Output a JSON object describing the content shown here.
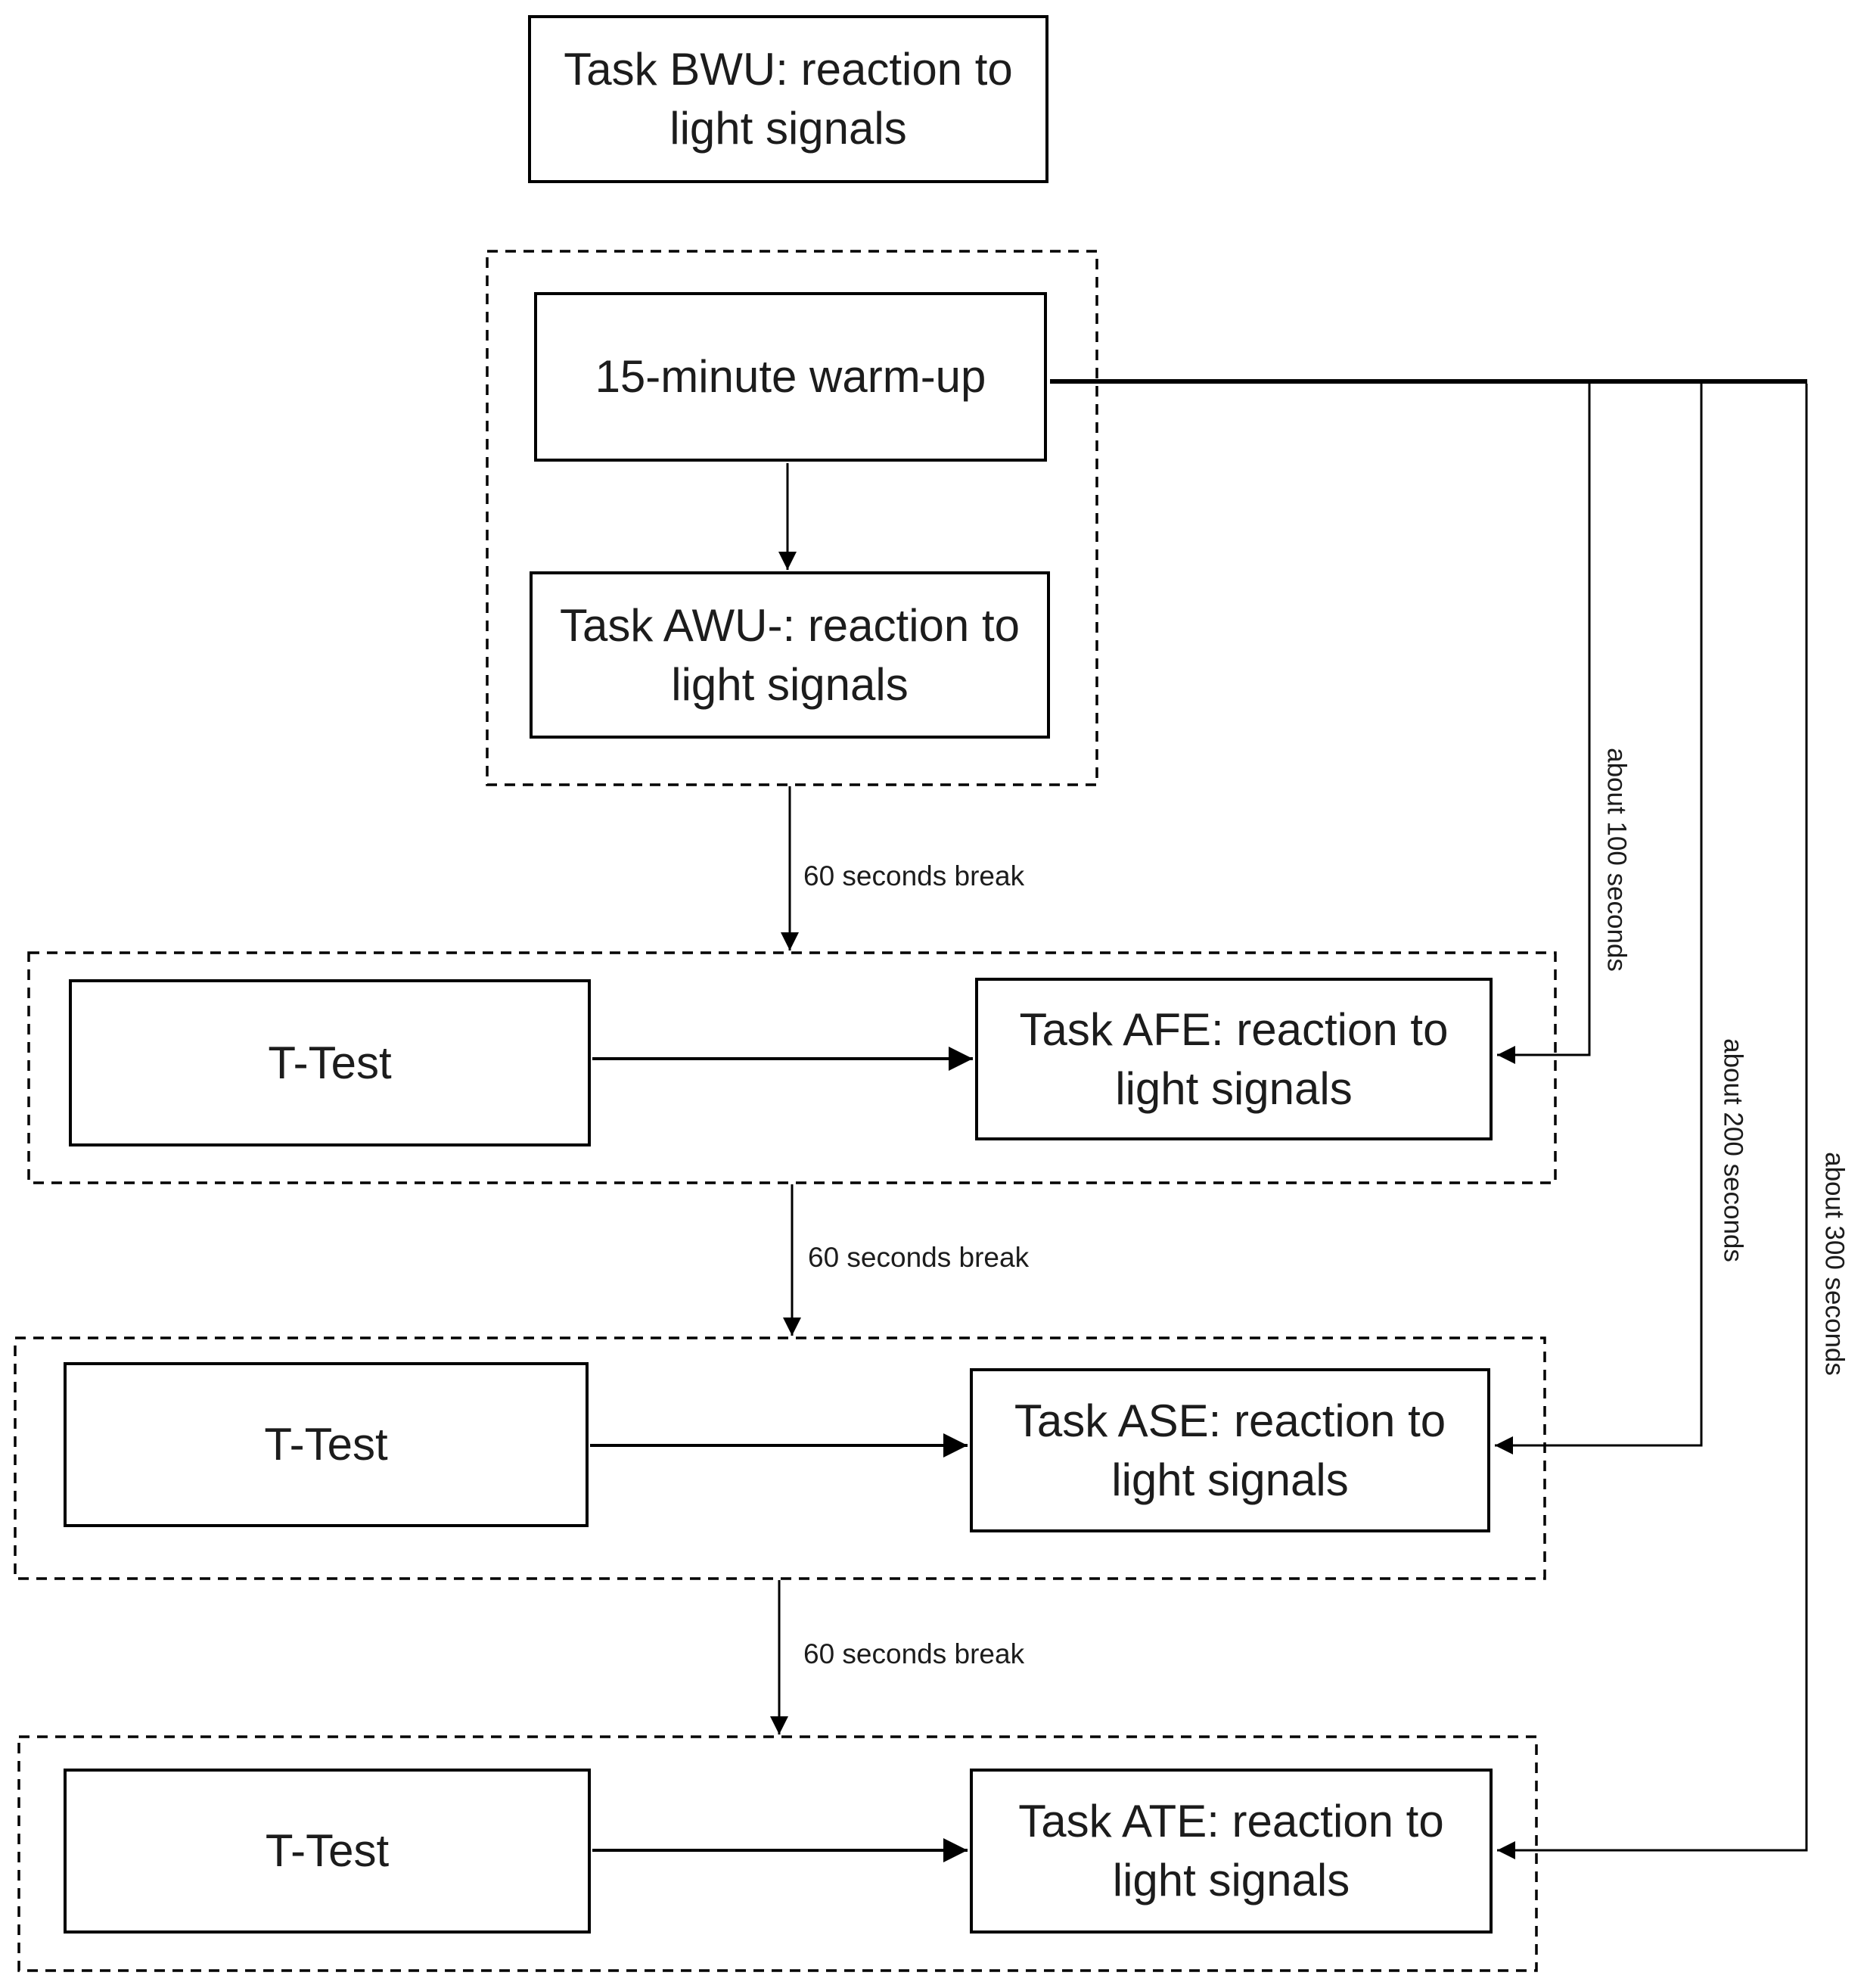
{
  "diagram": {
    "background_color": "#ffffff",
    "line_color": "#000000",
    "text_color": "#1c1c1c"
  },
  "nodes": {
    "bwu": {
      "line1": "Task BWU: reaction to",
      "line2": "light signals"
    },
    "warmup": {
      "line1": "15-minute warm-up"
    },
    "awu": {
      "line1": "Task AWU-: reaction to",
      "line2": "light signals"
    },
    "ttest1": {
      "line1": "T-Test"
    },
    "afe": {
      "line1": "Task AFE: reaction to",
      "line2": "light signals"
    },
    "ttest2": {
      "line1": "T-Test"
    },
    "ase": {
      "line1": "Task ASE: reaction to",
      "line2": "light signals"
    },
    "ttest3": {
      "line1": "T-Test"
    },
    "ate": {
      "line1": "Task ATE: reaction to",
      "line2": "light signals"
    }
  },
  "labels": {
    "break1": "60 seconds break",
    "break2": "60 seconds break",
    "break3": "60 seconds break",
    "duration1": "about 100 seconds",
    "duration2": "about 200 seconds",
    "duration3": "about 300 seconds"
  }
}
